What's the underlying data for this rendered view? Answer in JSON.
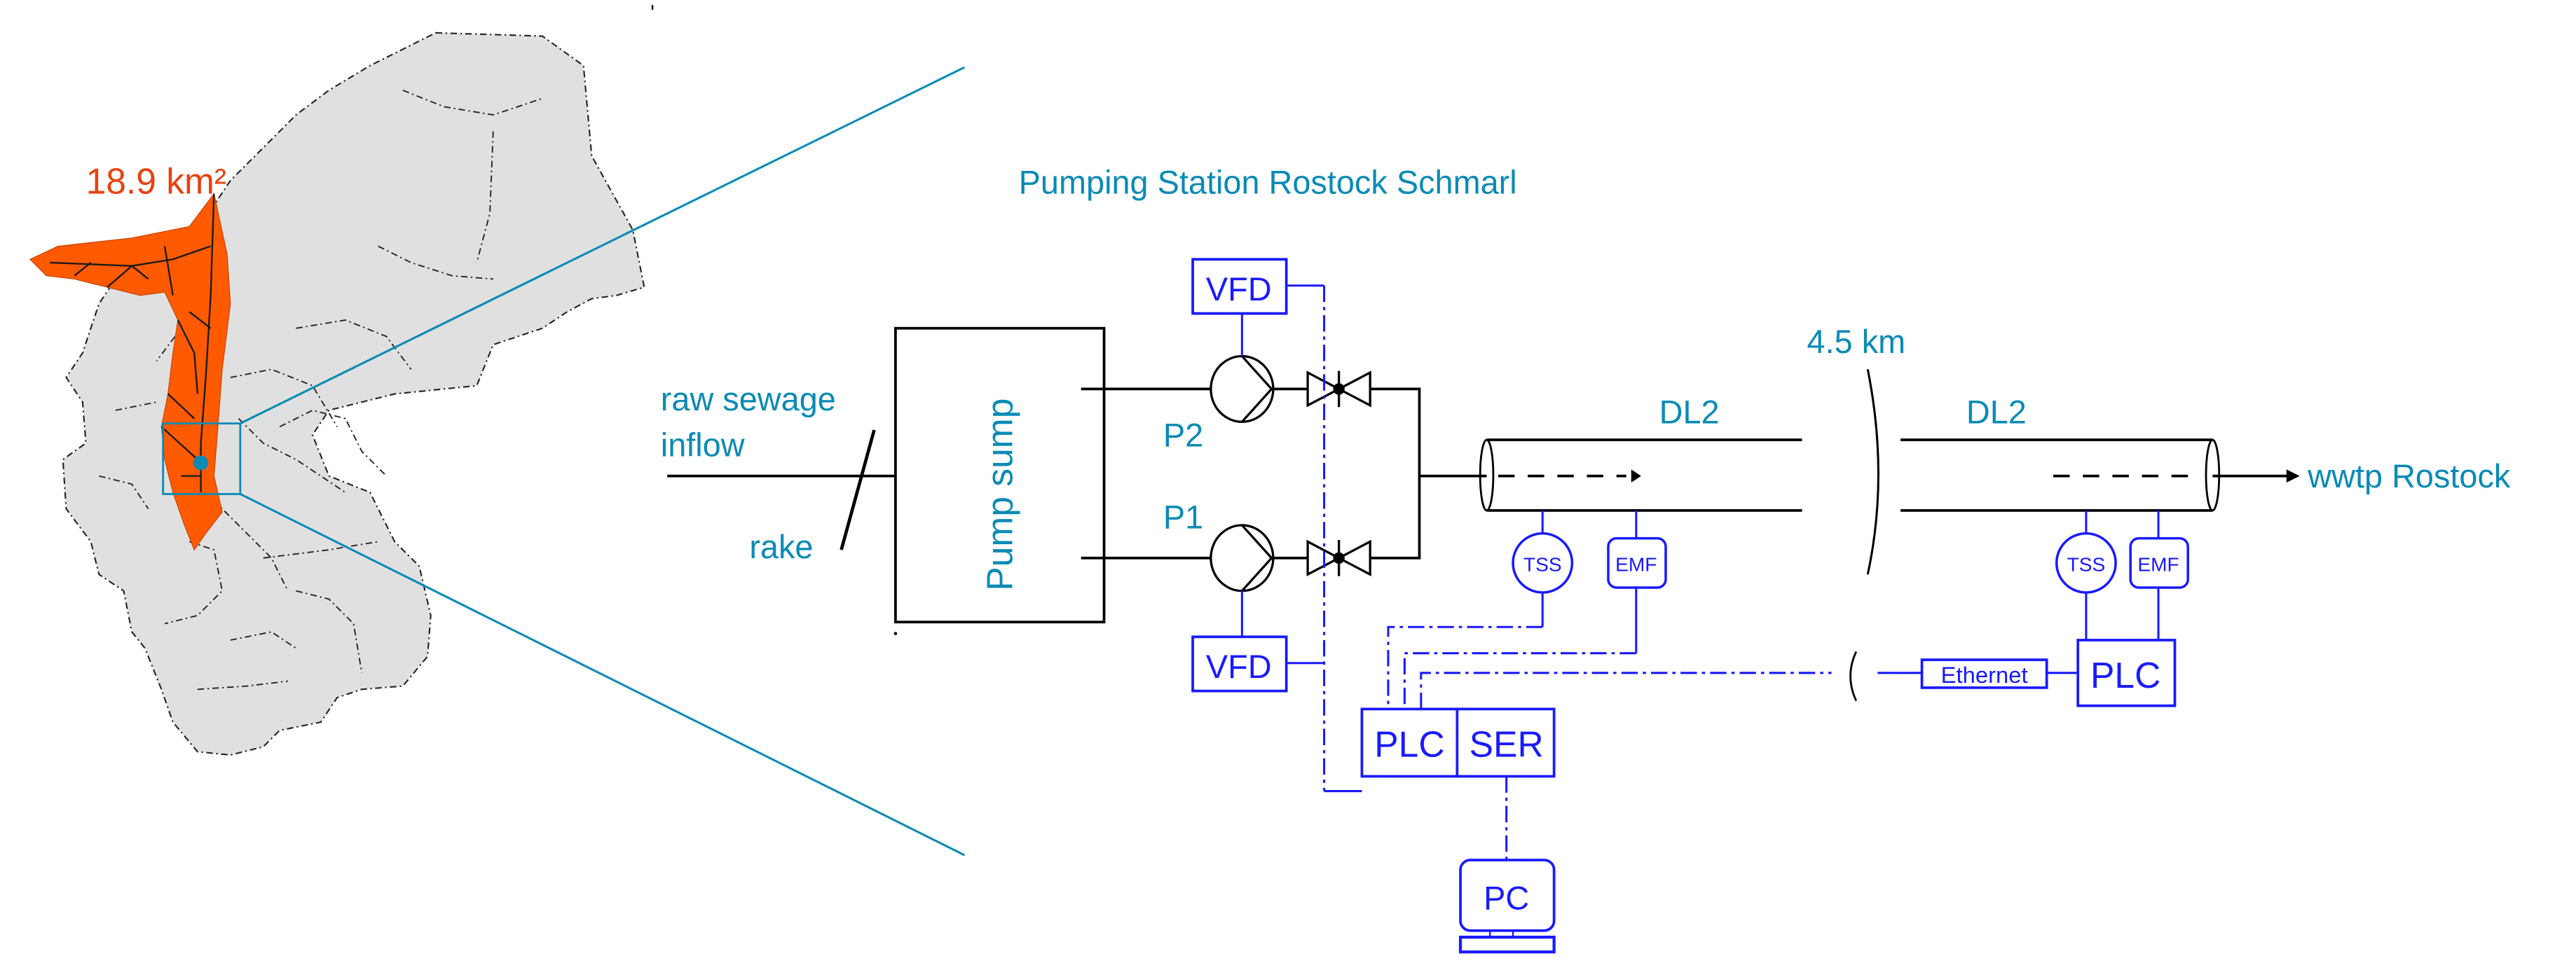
{
  "colors": {
    "label_teal": "#0a8ab5",
    "control_blue": "#1a1aff",
    "catchment_orange": "#ff5a00",
    "area_label_orange": "#e8420e",
    "map_gray": "#e0e0e0"
  },
  "map": {
    "area_label": "18.9 km²"
  },
  "diagram": {
    "title": "Pumping Station Rostock Schmarl",
    "inflow_label_line1": "raw sewage",
    "inflow_label_line2": "inflow",
    "rake_label": "rake",
    "sump_label": "Pump sump",
    "pump_top_label": "P2",
    "pump_bottom_label": "P1",
    "vfd_top_label": "VFD",
    "vfd_bottom_label": "VFD",
    "distance_label": "4.5 km",
    "pipe_left_label": "DL2",
    "pipe_right_label": "DL2",
    "outlet_label": "wwtp Rostock",
    "sensor_tss_left": "TSS",
    "sensor_emf_left": "EMF",
    "sensor_tss_right": "TSS",
    "sensor_emf_right": "EMF",
    "plc_main_label": "PLC",
    "ser_label": "SER",
    "plc_remote_label": "PLC",
    "ethernet_label": "Ethernet",
    "pc_label": "PC"
  }
}
